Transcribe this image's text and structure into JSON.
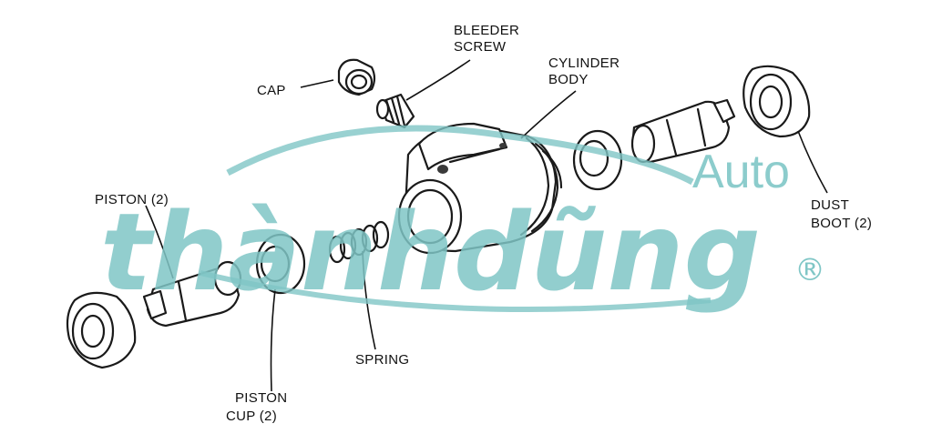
{
  "labels": {
    "cap": "CAP",
    "bleeder_line1": "BLEEDER",
    "bleeder_line2": "SCREW",
    "cylinder_line1": "CYLINDER",
    "cylinder_line2": "BODY",
    "piston": "PISTON (2)",
    "dust_line1": "DUST",
    "dust_line2": "BOOT (2)",
    "spring": "SPRING",
    "piston_cup_line1": "PISTON",
    "piston_cup_line2": "CUP (2)"
  },
  "watermark": {
    "main_text": "thànhdũng",
    "secondary_text": "Auto",
    "registered_mark": "®",
    "color": "#7fc6c6"
  }
}
